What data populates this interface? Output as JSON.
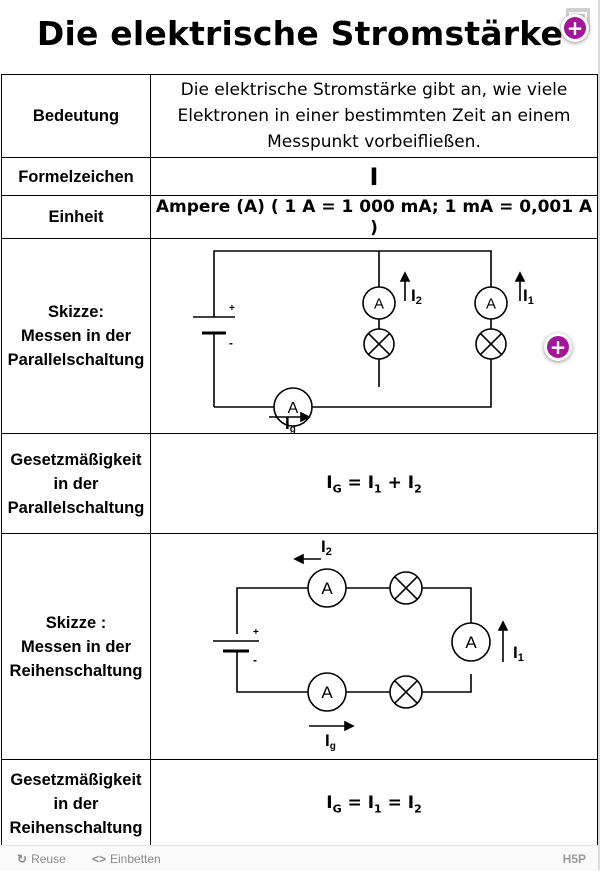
{
  "title": "Die elektrische Stromstärke",
  "rows": {
    "bedeutung": {
      "label": "Bedeutung",
      "text_lines": [
        "Die elektrische Stromstärke gibt an, wie viele",
        "Elektronen in einer bestimmten Zeit an einem",
        "Messpunkt vorbeifließen."
      ]
    },
    "formelzeichen": {
      "label": "Formelzeichen",
      "symbol": "I"
    },
    "einheit": {
      "label": "Einheit",
      "text": "Ampere (A) ( 1 A = 1 000 mA; 1 mA = 0,001 A )"
    },
    "skizze_parallel": {
      "label_lines": [
        "Skizze:",
        "Messen in der",
        "Parallelschaltung"
      ],
      "diagram": {
        "meter_symbol": "A",
        "battery_plus": "+",
        "battery_minus": "-",
        "branch1_current": {
          "main": "I",
          "sub": "2"
        },
        "branch2_current": {
          "main": "I",
          "sub": "1"
        },
        "total_current": {
          "main": "I",
          "sub": "g"
        }
      }
    },
    "gesetz_parallel": {
      "label_lines": [
        "Gesetzmäßigkeit",
        "in der",
        "Parallelschaltung"
      ],
      "formula": {
        "lhs": "I",
        "lhs_sub": "G",
        "op1": " = ",
        "t1": "I",
        "t1_sub": "1",
        "op2": " + ",
        "t2": "I",
        "t2_sub": "2"
      }
    },
    "skizze_reihe": {
      "label_lines": [
        "Skizze :",
        "Messen in der",
        "Reihenschaltung"
      ],
      "diagram": {
        "meter_symbol": "A",
        "battery_plus": "+",
        "battery_minus": "-",
        "top_current": {
          "main": "I",
          "sub": "2"
        },
        "right_current": {
          "main": "I",
          "sub": "1"
        },
        "bottom_current": {
          "main": "I",
          "sub": "g"
        }
      }
    },
    "gesetz_reihe": {
      "label_lines": [
        "Gesetzmäßigkeit",
        "in der",
        "Reihenschaltung"
      ],
      "formula": {
        "lhs": "I",
        "lhs_sub": "G",
        "op1": " = ",
        "t1": "I",
        "t1_sub": "1",
        "op2": " = ",
        "t2": "I",
        "t2_sub": "2"
      }
    }
  },
  "footer": {
    "reuse_label": "Reuse",
    "embed_label": "Einbetten",
    "reuse_icon": "refresh-icon",
    "embed_icon": "code-icon",
    "brand": "H5P"
  },
  "hotspot": {
    "symbol": "+",
    "color": "#a3159a"
  }
}
